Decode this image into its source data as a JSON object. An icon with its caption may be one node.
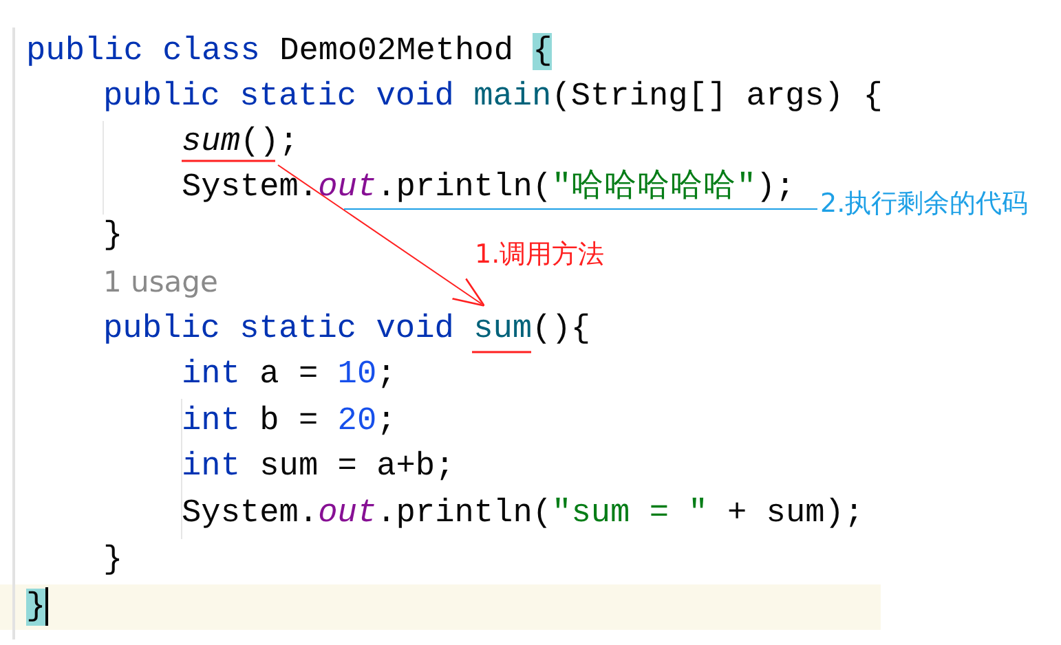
{
  "diagram": {
    "nodes": [
      {
        "text": [
          "sum();"
        ]
      },
      {
        "text": [
          "System.out.println(\"哈哈哈哈哈\");"
        ]
      },
      {
        "text": [
          "public static void sum(){"
        ]
      },
      {
        "text": [
          "2.执行剩余的代码"
        ]
      }
    ],
    "edges": [
      {
        "from": 0,
        "to": 2,
        "arrow": "to",
        "label": "1.调用方法",
        "color": "#ff2020"
      },
      {
        "from": 3,
        "to": 1,
        "arrow": "none",
        "color": "#1ea0e6"
      }
    ],
    "labels": [
      "public class Demo02Method {",
      "public static void main(String[] args) {",
      "}",
      "1 usage",
      "int a = 10;",
      "int b = 20;",
      "int sum = a+b;",
      "System.out.println(\"sum = \" + sum);",
      "}",
      "}"
    ]
  }
}
